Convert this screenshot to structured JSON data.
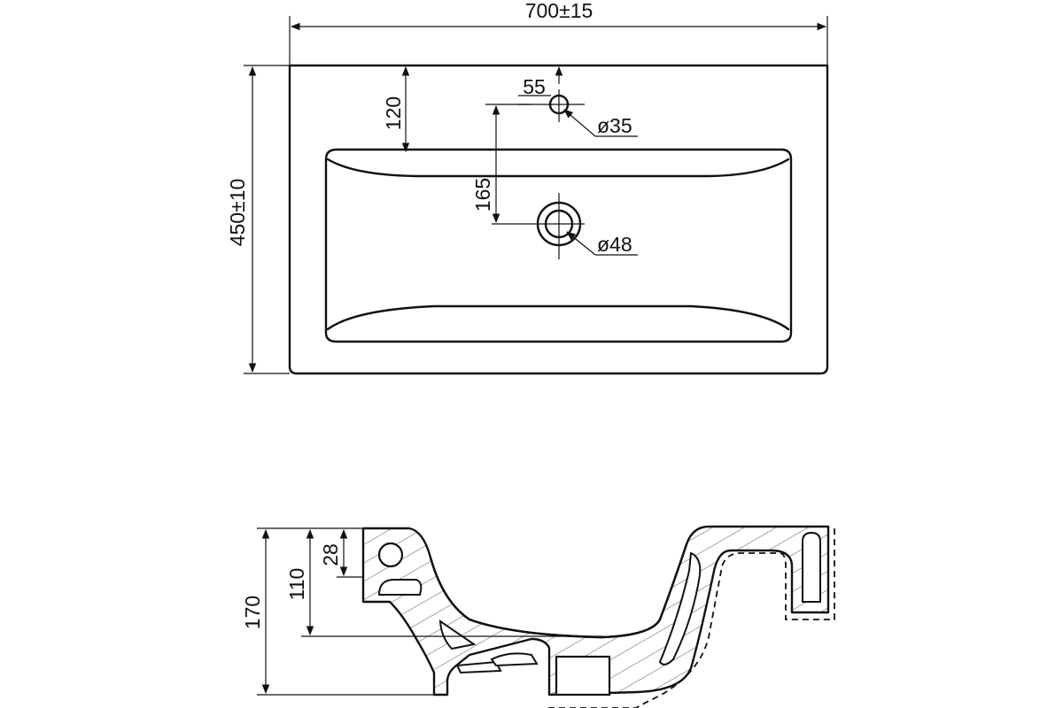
{
  "dimensions": {
    "width": "700±15",
    "depth": "450±10",
    "tap_offset_from_back": "120",
    "tap_hole_to_rim": "55",
    "tap_hole_diameter": "ø35",
    "tap_to_drain": "165",
    "drain_diameter": "ø48",
    "total_height": "170",
    "bowl_depth": "110",
    "rim_thickness": "28"
  }
}
